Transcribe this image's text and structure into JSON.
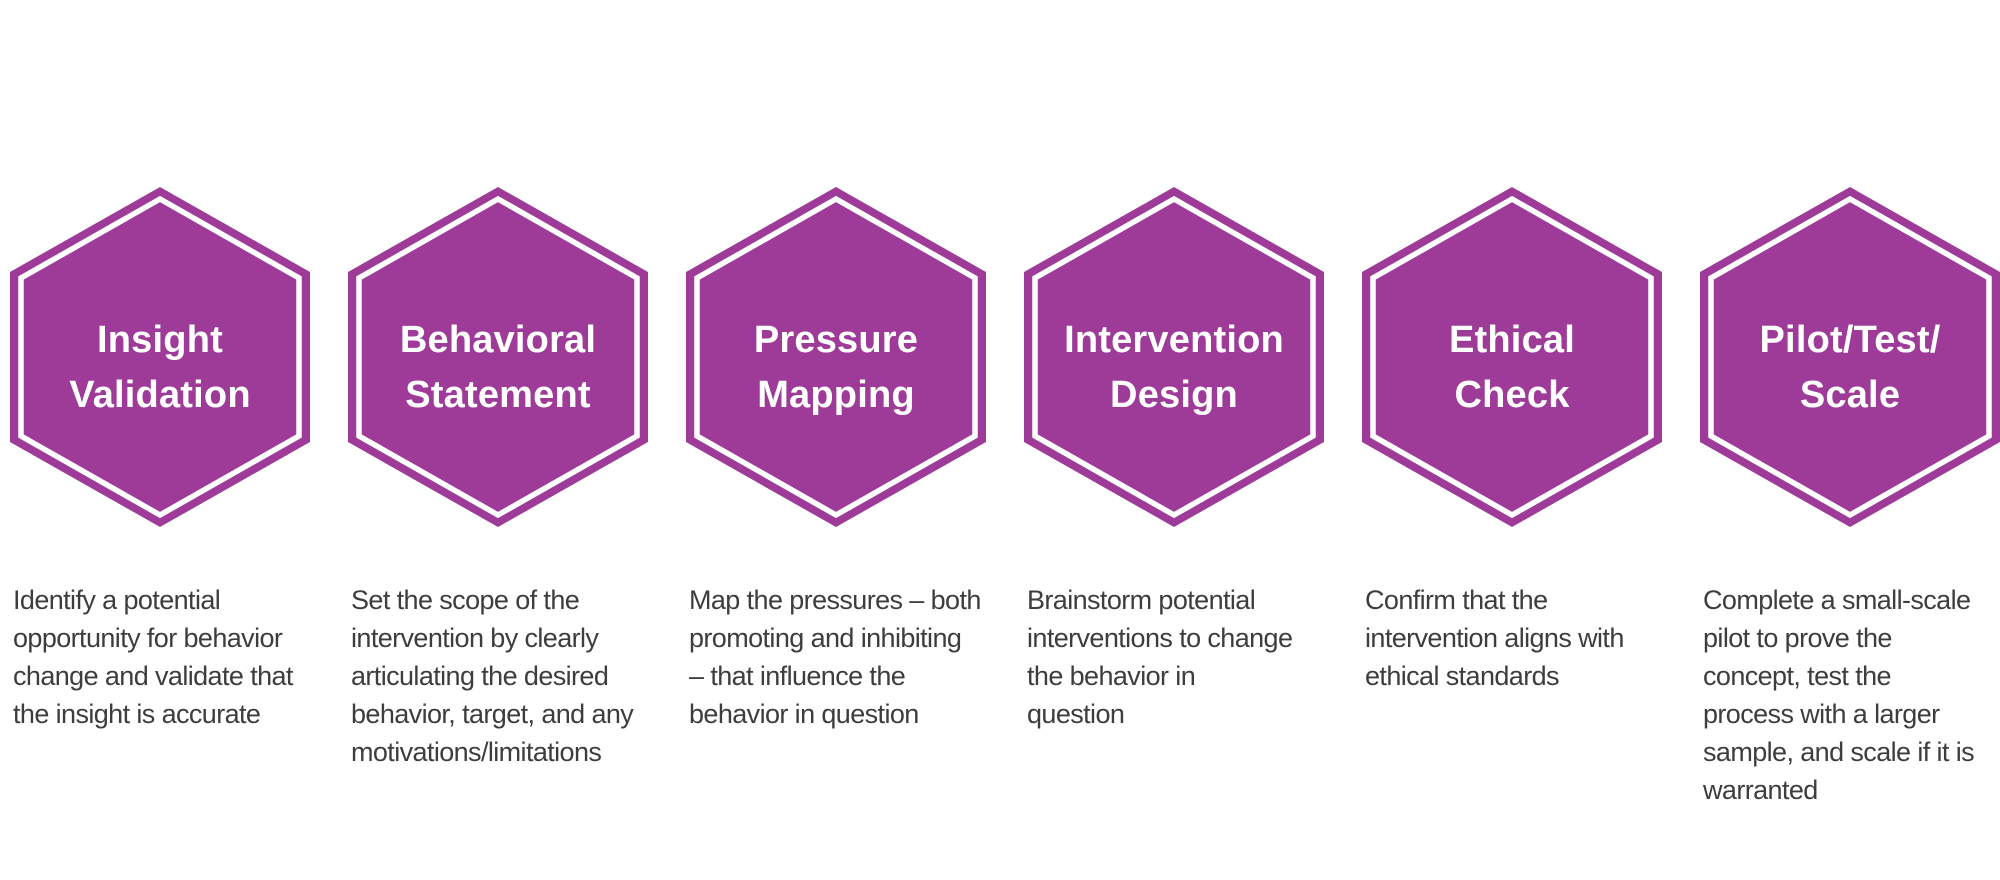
{
  "colors": {
    "hex_fill": "#9e3a98",
    "ring": "#ffffff",
    "title": "#ffffff",
    "description": "#3d3d3d",
    "background": "#ffffff"
  },
  "stages": [
    {
      "title": "Insight\nValidation",
      "description": "Identify a potential\nopportunity for behavior\nchange and validate that\nthe insight is accurate"
    },
    {
      "title": "Behavioral\nStatement",
      "description": "Set the scope of the\nintervention by clearly\narticulating the desired\nbehavior, target, and any\nmotivations/limitations"
    },
    {
      "title": "Pressure\nMapping",
      "description": "Map the pressures – both\npromoting and inhibiting\n– that influence the\nbehavior in question"
    },
    {
      "title": "Intervention\nDesign",
      "description": "Brainstorm potential\ninterventions to change\nthe behavior in\nquestion"
    },
    {
      "title": "Ethical\nCheck",
      "description": "Confirm that the\nintervention aligns with\nethical standards"
    },
    {
      "title": "Pilot/Test/\nScale",
      "description": "Complete a small-scale\npilot to prove the\nconcept, test the\nprocess with a larger\nsample, and scale if it is\nwarranted"
    }
  ]
}
